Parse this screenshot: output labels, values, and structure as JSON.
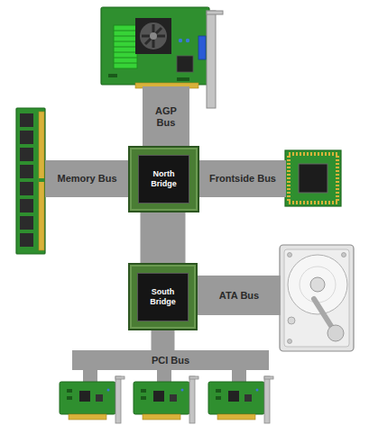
{
  "diagram": {
    "nodes": [
      {
        "text": [
          "AGP Bus"
        ]
      },
      {
        "text": [
          "Memory Bus"
        ]
      },
      {
        "text": [
          "North Bridge"
        ]
      },
      {
        "text": [
          "Frontside Bus"
        ]
      },
      {
        "text": [
          "South Bridge"
        ]
      },
      {
        "text": [
          "ATA Bus"
        ]
      },
      {
        "text": [
          "PCI Bus"
        ]
      }
    ],
    "edges": [
      {
        "from": 2,
        "to": 4,
        "arrow": "none"
      },
      {
        "from": 4,
        "to": 6,
        "arrow": "none"
      }
    ]
  }
}
